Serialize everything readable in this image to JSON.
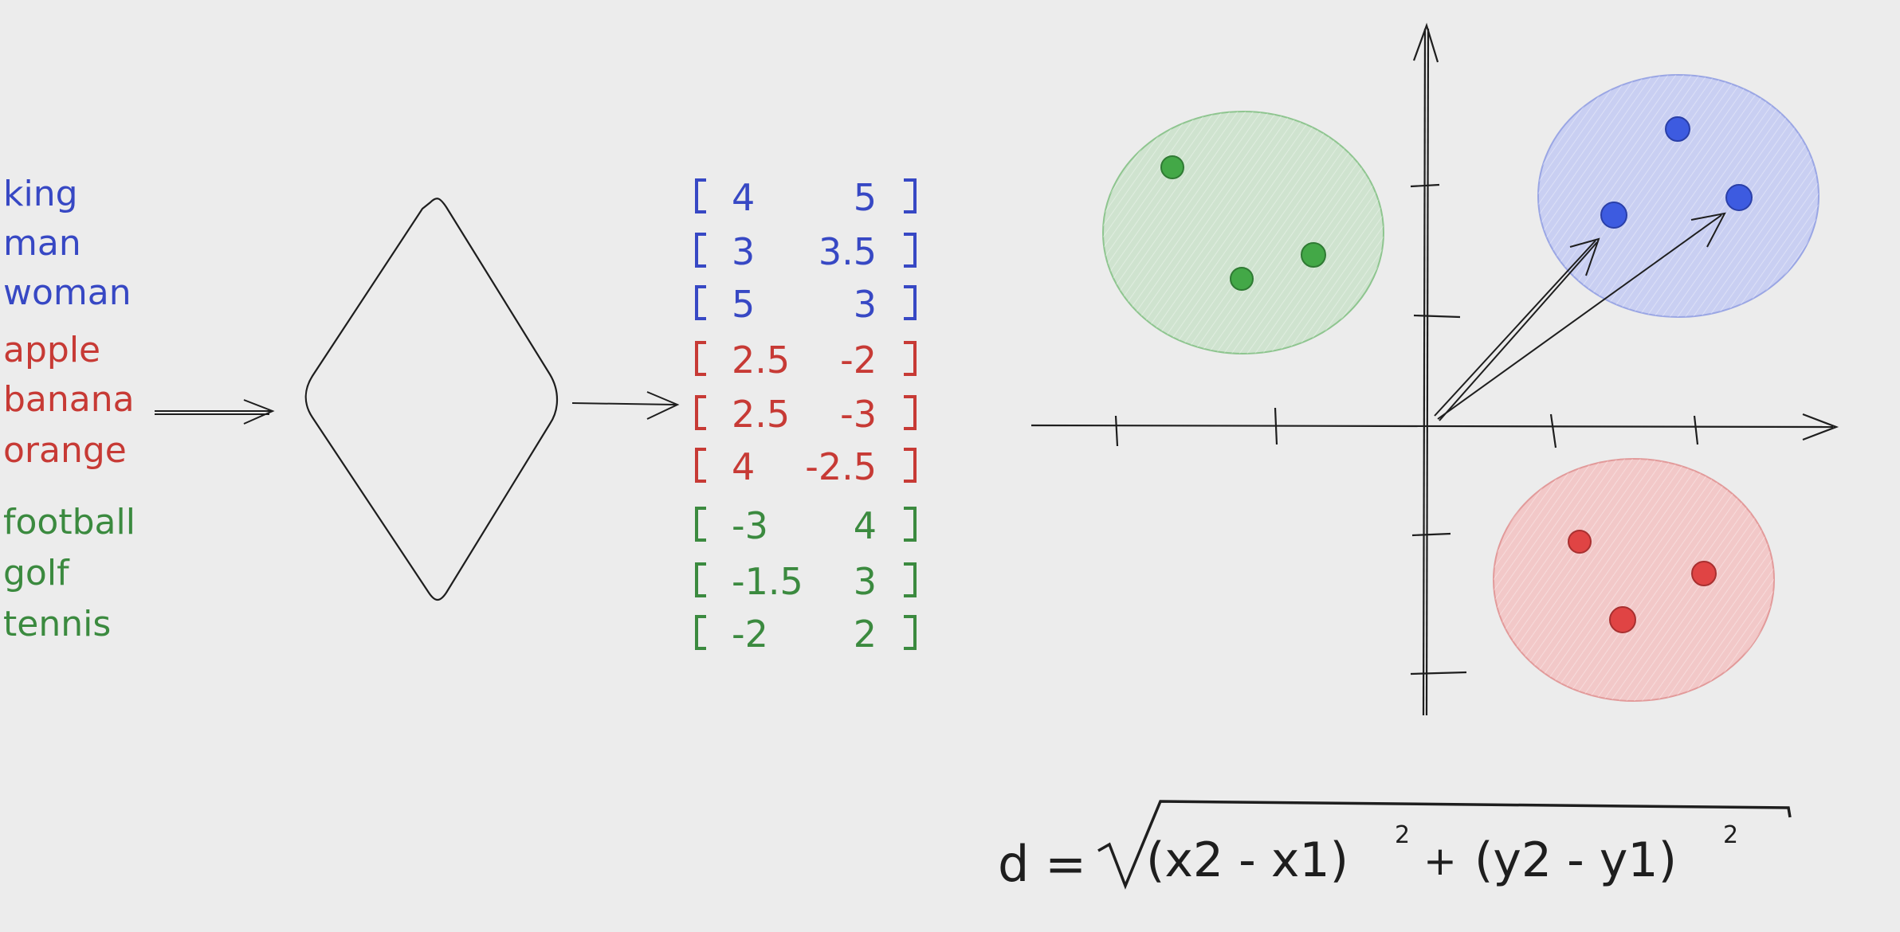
{
  "colors": {
    "background": "#ececec",
    "ink": "#1e1e1e",
    "blue": "#3748c4",
    "red": "#c73a35",
    "green": "#3b8a3f",
    "blue_fill": "#c9cff2",
    "red_fill": "#f2c8c8",
    "green_fill": "#cfe3cf",
    "blue_dot": "#3d5be0",
    "red_dot": "#e04444",
    "green_dot": "#43a847"
  },
  "words": [
    {
      "text": "king",
      "group": "blue"
    },
    {
      "text": "man",
      "group": "blue"
    },
    {
      "text": "woman",
      "group": "blue"
    },
    {
      "text": "apple",
      "group": "red"
    },
    {
      "text": "banana",
      "group": "red"
    },
    {
      "text": "orange",
      "group": "red"
    },
    {
      "text": "football",
      "group": "green"
    },
    {
      "text": "golf",
      "group": "green"
    },
    {
      "text": "tennis",
      "group": "green"
    }
  ],
  "vectors": [
    {
      "a": "4",
      "b": "5",
      "group": "blue"
    },
    {
      "a": "3",
      "b": "3.5",
      "group": "blue"
    },
    {
      "a": "5",
      "b": "3",
      "group": "blue"
    },
    {
      "a": "2.5",
      "b": "-2",
      "group": "red"
    },
    {
      "a": "2.5",
      "b": "-3",
      "group": "red"
    },
    {
      "a": "4",
      "b": "-2.5",
      "group": "red"
    },
    {
      "a": "-3",
      "b": "4",
      "group": "green"
    },
    {
      "a": "-1.5",
      "b": "3",
      "group": "green"
    },
    {
      "a": "-2",
      "b": "2",
      "group": "green"
    }
  ],
  "formula": {
    "lhs": "d =",
    "radicand": "(x2 - x1)",
    "plus": "+",
    "radicand2": "(y2 - y1)",
    "exponent": "2"
  },
  "icons": [
    "right-arrow-icon",
    "diamond-model-shape",
    "axis-arrow-icon"
  ]
}
